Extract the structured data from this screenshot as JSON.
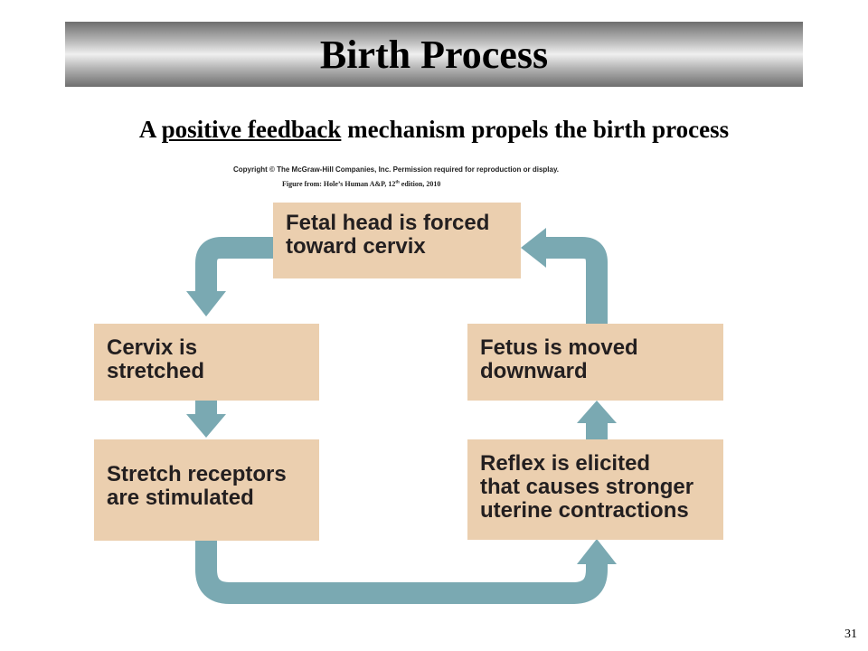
{
  "slide": {
    "title": "Birth Process",
    "subtitle": {
      "prefix": "A ",
      "emphasis": "positive feedback",
      "suffix": " mechanism propels the birth process"
    },
    "copyright": "Copyright © The McGraw-Hill Companies, Inc. Permission required for reproduction or display.",
    "figure_source": {
      "before": "Figure from: Hole’s Human A&P, 12",
      "sup": "th",
      "after": " edition, 2010"
    },
    "page_number": "31"
  },
  "diagram": {
    "colors": {
      "box_fill": "#ebcfaf",
      "arrow": "#7aa9b2",
      "text": "#231f20"
    },
    "nodes": [
      {
        "id": "fetal-head",
        "lines": [
          "Fetal head is forced",
          "toward cervix"
        ]
      },
      {
        "id": "cervix",
        "lines": [
          "Cervix is",
          "stretched"
        ]
      },
      {
        "id": "stretch-receptors",
        "lines": [
          "Stretch receptors",
          "are stimulated"
        ]
      },
      {
        "id": "reflex",
        "lines": [
          "Reflex is elicited",
          "that causes stronger",
          "uterine contractions"
        ]
      },
      {
        "id": "fetus-moved",
        "lines": [
          "Fetus is moved",
          "downward"
        ]
      }
    ],
    "edges": [
      {
        "from": "fetal-head",
        "to": "cervix"
      },
      {
        "from": "cervix",
        "to": "stretch-receptors"
      },
      {
        "from": "stretch-receptors",
        "to": "reflex"
      },
      {
        "from": "reflex",
        "to": "fetus-moved"
      },
      {
        "from": "fetus-moved",
        "to": "fetal-head"
      }
    ]
  }
}
